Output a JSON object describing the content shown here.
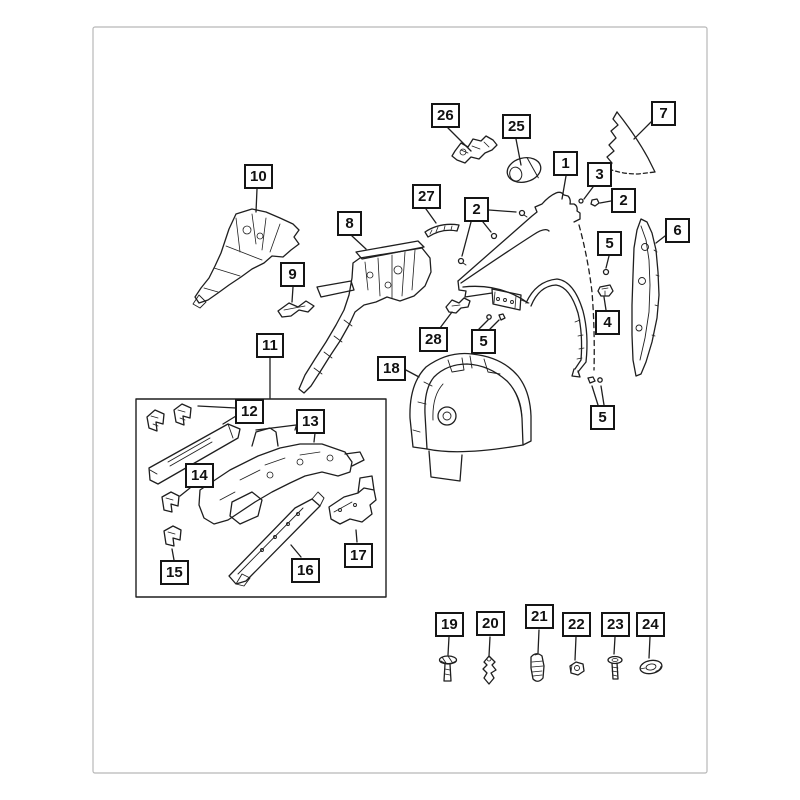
{
  "diagram": {
    "kind": "exploded-parts-diagram",
    "description": "Line-art parts diagram of a front fender, wheelhouse liner and frame rail components with numbered callout boxes",
    "background_color": "#ffffff",
    "line_color": "#1f1f1f",
    "border_color": "#b8b8b8",
    "callout_border_color": "#151515"
  },
  "callouts": {
    "n1": "1",
    "n2_left": "2",
    "n2_right": "2",
    "n3": "3",
    "n4": "4",
    "n5_top": "5",
    "n5_mid": "5",
    "n5_bottom": "5",
    "n6": "6",
    "n7": "7",
    "n8": "8",
    "n9": "9",
    "n10": "10",
    "n11": "11",
    "n12": "12",
    "n13": "13",
    "n14": "14",
    "n15": "15",
    "n16": "16",
    "n17": "17",
    "n18": "18",
    "n19": "19",
    "n20": "20",
    "n21": "21",
    "n22": "22",
    "n23": "23",
    "n24": "24",
    "n25": "25",
    "n26": "26",
    "n27": "27",
    "n28": "28"
  }
}
